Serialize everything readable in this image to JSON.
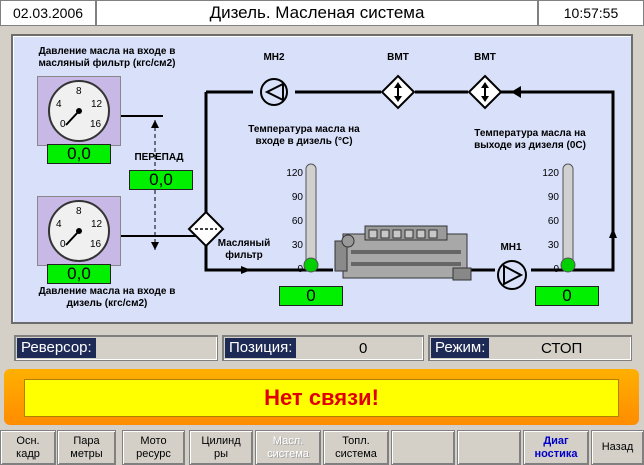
{
  "header": {
    "date": "02.03.2006",
    "title": "Дизель. Масленая система",
    "time": "10:57:55"
  },
  "diagram": {
    "inlet_filter_pressure_label": "Давление масла на входе в масляный фильтр (кгс/см2)",
    "inlet_filter_pressure_value": "0,0",
    "diesel_inlet_pressure_label": "Давление масла на входе в дизель (кгс/см2)",
    "diesel_inlet_pressure_value": "0,0",
    "gauge_ticks": [
      "0",
      "4",
      "8",
      "12",
      "16"
    ],
    "diff_label": "ПЕРЕПАД",
    "diff_value": "0,0",
    "filter_label": "Масляный фильтр",
    "pump2_label": "МН2",
    "vmt1_label": "ВМТ",
    "vmt2_label": "ВМТ",
    "pump1_label": "МН1",
    "temp_in_label": "Температура масла на входе в дизель (°С)",
    "temp_in_value": "0",
    "temp_out_label": "Температура масла на выходе из дизеля (0С)",
    "temp_out_value": "0",
    "thermo_ticks": [
      "120",
      "90",
      "60",
      "30",
      "0"
    ]
  },
  "status": {
    "reverse_label": "Реверсор:",
    "reverse_value": "",
    "position_label": "Позиция:",
    "position_value": "0",
    "mode_label": "Режим:",
    "mode_value": "СТОП"
  },
  "alarm": {
    "text": "Нет связи!"
  },
  "buttons": [
    {
      "label": "Осн.\nкадр"
    },
    {
      "label": "Пара\nметры"
    },
    {
      "label": "Мото\nресурс"
    },
    {
      "label": "Цилинд\nры"
    },
    {
      "label": "Масл.\nсистема"
    },
    {
      "label": "Топл.\nсистема"
    },
    {
      "label": ""
    },
    {
      "label": ""
    },
    {
      "label": "Диаг\nностика"
    },
    {
      "label": "Назад"
    }
  ],
  "colors": {
    "panel_bg": "#d8e0fa",
    "value_green": "#00f000",
    "status_label_bg": "#1d2a56",
    "alarm_yellow": "#ffff00",
    "alarm_text": "#e00000"
  }
}
